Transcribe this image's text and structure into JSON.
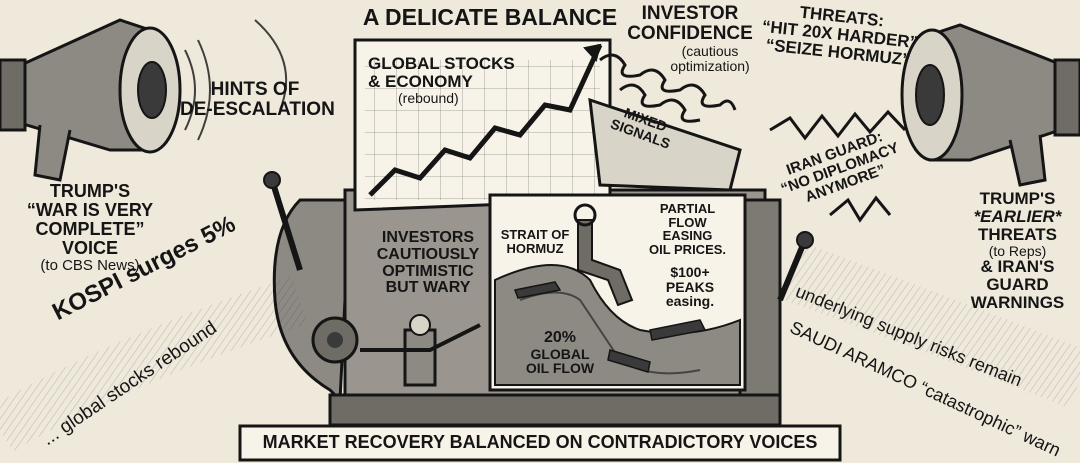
{
  "title": "A DELICATE BALANCE",
  "chart_panel": {
    "title_line1": "GLOBAL STOCKS",
    "title_line2": "& ECONOMY",
    "subtitle": "(rebound)"
  },
  "investor_confidence": {
    "title_line1": "INVESTOR",
    "title_line2": "CONFIDENCE",
    "sub_line1": "(cautious",
    "sub_line2": "optimization)"
  },
  "mixed_signals": {
    "line1": "MIXED",
    "line2": "SIGNALS"
  },
  "left_speaker": {
    "hint_line1": "HINTS OF",
    "hint_line2": "DE-ESCALATION",
    "name": "TRUMP'S",
    "quote_line1": "“WAR IS VERY",
    "quote_line2": "COMPLETE”",
    "quote_line3": "VOICE",
    "source": "(to CBS News)"
  },
  "right_speaker": {
    "threats_title": "THREATS:",
    "threat1": "“HIT 20X HARDER”",
    "threat2": "“SEIZE HORMUZ”",
    "iran_line1": "IRAN GUARD:",
    "iran_line2": "“NO DIPLOMACY",
    "iran_line3": "ANYMORE”",
    "name": "TRUMP'S",
    "earlier": "*EARLIER*",
    "threats": "THREATS",
    "to_reps": "(to Reps)",
    "iran_guard_line1": "& IRAN'S",
    "iran_guard_line2": "GUARD",
    "iran_guard_line3": "WARNINGS"
  },
  "investors": {
    "line1": "INVESTORS",
    "line2": "CAUTIOUSLY",
    "line3": "OPTIMISTIC",
    "line4": "BUT WARY"
  },
  "map_panel": {
    "strait_line1": "STRAIT OF",
    "strait_line2": "HORMUZ",
    "flow_line1": "PARTIAL",
    "flow_line2": "FLOW",
    "flow_line3": "EASING",
    "flow_line4": "OIL PRICES.",
    "peak_line1": "$100+",
    "peak_line2": "PEAKS",
    "peak_line3": "easing.",
    "pct_line1": "20%",
    "pct_line2": "GLOBAL",
    "pct_line3": "OIL FLOW"
  },
  "ribbons": {
    "kospi": "KOSPI surges 5%",
    "global": "... global stocks rebound",
    "supply": "underlying supply risks remain",
    "aramco": "SAUDI ARAMCO “catastrophic” warn"
  },
  "footer": "MARKET RECOVERY BALANCED ON CONTRADICTORY VOICES",
  "colors": {
    "ink": "#151515",
    "paper": "#efe9db",
    "panel": "#f7f3e8",
    "metal": "#8d8a84"
  }
}
